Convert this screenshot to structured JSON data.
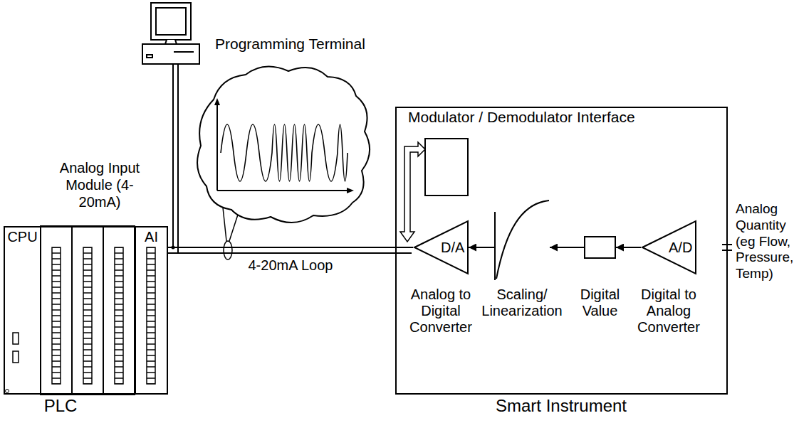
{
  "diagram": {
    "nodes": [
      {
        "text": [
          "Programming Terminal"
        ]
      },
      {
        "text": [
          "PLC"
        ]
      },
      {
        "text": [
          "CPU"
        ],
        "in": 1
      },
      {
        "text": [
          "AI"
        ],
        "in": 1
      },
      {
        "text": [
          "Modulator / Demodulator Interface",
          "Smart Instrument"
        ]
      },
      {
        "text": [
          "D/A",
          "Analog to Digital Converter"
        ],
        "in": 4
      },
      {
        "text": [
          "Scaling/ Linearization"
        ],
        "in": 4
      },
      {
        "text": [
          "Digital Value"
        ],
        "in": 4
      },
      {
        "text": [
          "A/D",
          "Digital to Analog Converter"
        ],
        "in": 4
      }
    ],
    "edges": [
      {
        "from": 0,
        "to": 3,
        "arrow": "none"
      },
      {
        "from": 3,
        "to": 5,
        "arrow": "none",
        "label": "4-20mA Loop"
      },
      {
        "from": 8,
        "to": 7,
        "arrow": "to"
      },
      {
        "from": 7,
        "to": 6,
        "arrow": "to"
      },
      {
        "from": 6,
        "to": 5,
        "arrow": "to"
      }
    ],
    "labels": [
      "Analog Input Module (4-20mA)",
      "Analog Quantity (eg Flow, Pressure, Temp)"
    ]
  }
}
